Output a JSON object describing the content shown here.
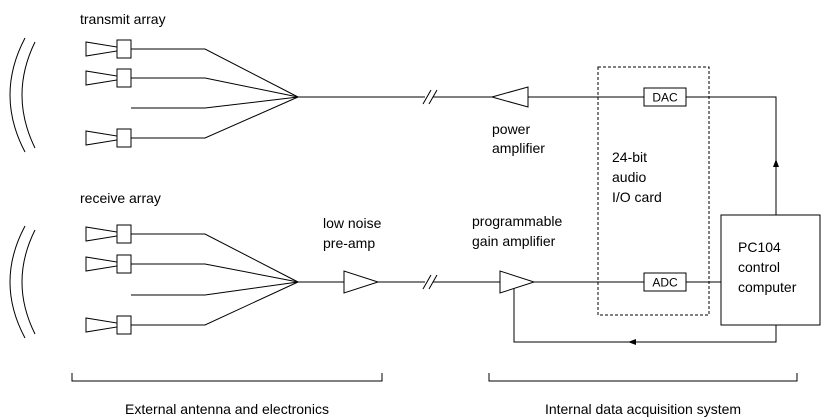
{
  "labels": {
    "transmit_array": "transmit array",
    "receive_array": "receive array",
    "power_amplifier_line1": "power",
    "power_amplifier_line2": "amplifier",
    "audio_card_line1": "24-bit",
    "audio_card_line2": "audio",
    "audio_card_line3": "I/O card",
    "lna_line1": "low noise",
    "lna_line2": "pre-amp",
    "pga_line1": "programmable",
    "pga_line2": "gain amplifier",
    "pc_line1": "PC104",
    "pc_line2": "control",
    "pc_line3": "computer",
    "dac": "DAC",
    "adc": "ADC",
    "external_group": "External antenna and electronics",
    "internal_group": "Internal data acquisition system"
  }
}
